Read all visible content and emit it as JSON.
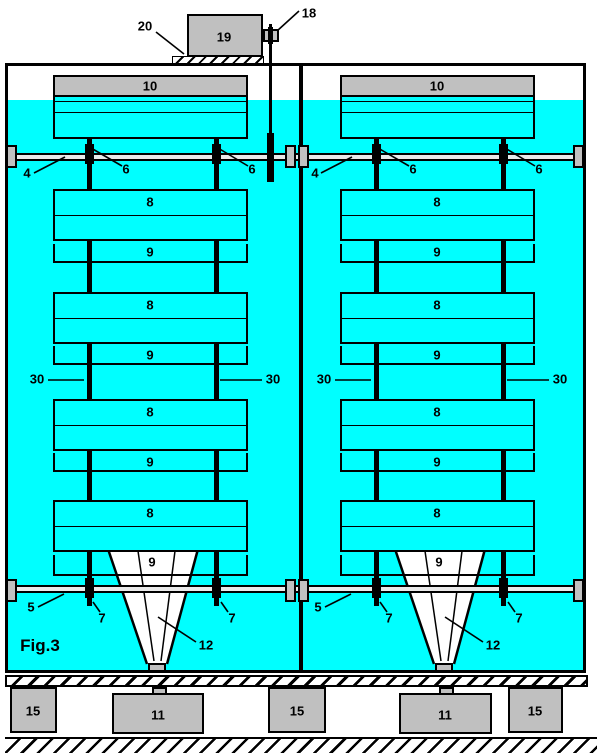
{
  "figure_caption": "Fig.3",
  "colors": {
    "liquid": "#00FFFF",
    "metal_gray": "#C0C0C0",
    "rail_fill": "#E9E9E9"
  },
  "labels": {
    "upper_rail": "4",
    "lower_rail": "5",
    "upper_bearing": "6",
    "lower_bearing": "7",
    "plate_stack": "8",
    "spacer": "9",
    "float_box": "10",
    "base_block": "11",
    "funnel": "12",
    "support_block": "15",
    "drive_shaft": "18",
    "motor": "19",
    "motor_mount": "20",
    "mid_link": "30"
  }
}
